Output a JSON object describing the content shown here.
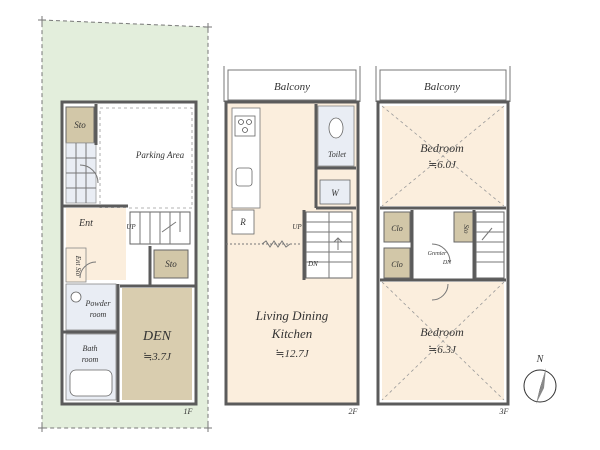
{
  "floors": [
    {
      "id": "1F",
      "label": "1F",
      "rooms": {
        "storage_top": "Sto",
        "parking": "Parking Area",
        "entrance": "Ent",
        "up": "UP",
        "ent_storage": "Ent Sto",
        "storage_den": "Sto",
        "powder_room": [
          "Powder",
          "room"
        ],
        "bathroom": [
          "Bath",
          "room"
        ],
        "den_name": "DEN",
        "den_size": "≒3.7J"
      }
    },
    {
      "id": "2F",
      "label": "2F",
      "rooms": {
        "balcony": "Balcony",
        "toilet": "Toilet",
        "washer": "W",
        "refrigerator": "R",
        "up": "UP",
        "down": "DN",
        "ldk_name": [
          "Living Dining",
          "Kitchen"
        ],
        "ldk_size": "≒12.7J"
      }
    },
    {
      "id": "3F",
      "label": "3F",
      "rooms": {
        "balcony": "Balcony",
        "bedroom1_name": "Bedroom",
        "bedroom1_size": "≒6.0J",
        "closet1": "Clo",
        "closet2": "Clo",
        "storage": "Sto",
        "grenier": "Grenier",
        "down": "DN",
        "bedroom2_name": "Bedroom",
        "bedroom2_size": "≒6.3J"
      }
    }
  ],
  "compass": {
    "north_label": "N"
  },
  "colors": {
    "lot_green": "#e3eedc",
    "wood_floor": "#fbeedd",
    "den_floor": "#d9cdaf",
    "storage_floor": "#d2c7a8",
    "tile_floor": "#e9edf4",
    "wall": "#5b5b5b"
  }
}
